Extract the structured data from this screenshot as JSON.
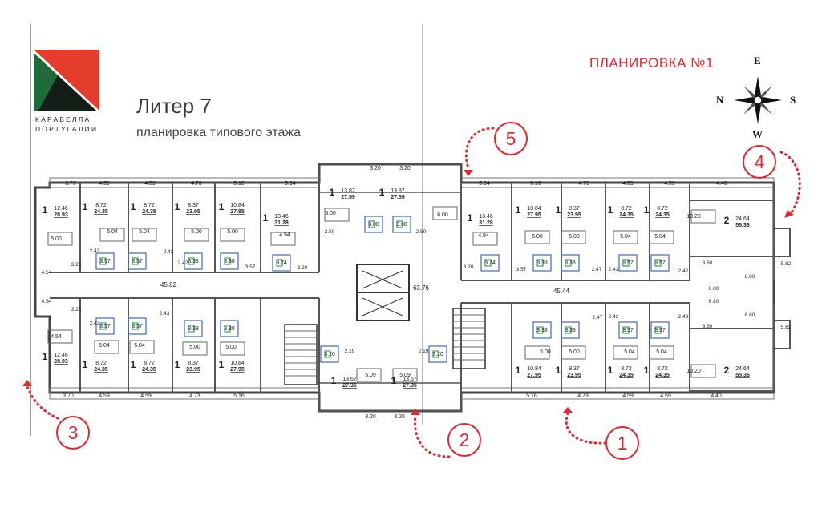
{
  "header": {
    "title": "Литер 7",
    "subtitle": "планировка типового этажа",
    "plan_label": "ПЛАНИРОВКА  №1",
    "brand_line1": "КАРАВЕЛЛА",
    "brand_line2": "ПОРТУГАЛИИ"
  },
  "compass": {
    "e": "E",
    "n": "N",
    "s": "S",
    "w": "W"
  },
  "annotations": [
    "1",
    "2",
    "3",
    "4",
    "5"
  ],
  "colors": {
    "accent": "#e0282d",
    "logo_red": "#e43d2e",
    "logo_green": "#1f6b3a",
    "wall": "#444444",
    "fixture_green": "#3aa05a",
    "fixture_blue": "#4a74c9"
  },
  "plan": {
    "top_dims": [
      "3.70",
      "4.59",
      "4.59",
      "4.73",
      "5.16",
      "5.94",
      "3.20",
      "3.20",
      "5.94",
      "5.16",
      "4.73",
      "4.59",
      "4.59",
      "4.40"
    ],
    "bottom_dims": [
      "3.70",
      "4.59",
      "4.59",
      "4.73",
      "5.16",
      "3.20",
      "3.20",
      "5.16",
      "4.73",
      "4.59",
      "4.59",
      "4.40"
    ],
    "apartments": [
      {
        "rooms": "1",
        "area": "12.46",
        "total": "28.93"
      },
      {
        "rooms": "1",
        "area": "8.72",
        "total": "24.35"
      },
      {
        "rooms": "1",
        "area": "8.72",
        "total": "24.35"
      },
      {
        "rooms": "1",
        "area": "8.37",
        "total": "23.95"
      },
      {
        "rooms": "1",
        "area": "10.84",
        "total": "27.95"
      },
      {
        "rooms": "1",
        "area": "13.46",
        "total": "31.28"
      },
      {
        "rooms": "1",
        "area": "13.87",
        "total": "27.59"
      },
      {
        "rooms": "1",
        "area": "13.87",
        "total": "27.59"
      },
      {
        "rooms": "1",
        "area": "13.46",
        "total": "31.28"
      },
      {
        "rooms": "1",
        "area": "10.84",
        "total": "27.95"
      },
      {
        "rooms": "1",
        "area": "8.37",
        "total": "23.95"
      },
      {
        "rooms": "1",
        "area": "8.72",
        "total": "24.35"
      },
      {
        "rooms": "1",
        "area": "8.72",
        "total": "24.35"
      },
      {
        "rooms": "2",
        "area": "24.64",
        "total": "55.36"
      },
      {
        "rooms": "1",
        "area": "12.46",
        "total": "28.93"
      },
      {
        "rooms": "1",
        "area": "8.72",
        "total": "24.35"
      },
      {
        "rooms": "1",
        "area": "8.72",
        "total": "24.35"
      },
      {
        "rooms": "1",
        "area": "8.37",
        "total": "23.95"
      },
      {
        "rooms": "1",
        "area": "10.84",
        "total": "27.95"
      },
      {
        "rooms": "1",
        "area": "13.67",
        "total": "27.35"
      },
      {
        "rooms": "1",
        "area": "13.67",
        "total": "27.35"
      },
      {
        "rooms": "1",
        "area": "10.84",
        "total": "27.95"
      },
      {
        "rooms": "1",
        "area": "8.37",
        "total": "23.95"
      },
      {
        "rooms": "1",
        "area": "8.72",
        "total": "24.35"
      },
      {
        "rooms": "1",
        "area": "8.72",
        "total": "24.35"
      },
      {
        "rooms": "2",
        "area": "24.64",
        "total": "55.36"
      }
    ],
    "room_values": [
      "5.00",
      "5.04",
      "5.04",
      "5.00",
      "5.00",
      "4.94",
      "5.00",
      "6.00",
      "4.94",
      "5.00",
      "5.00",
      "5.04",
      "5.04",
      "10.20",
      "4.54",
      "5.04",
      "5.04",
      "5.00",
      "5.00",
      "5.09",
      "5.09",
      "5.00",
      "5.00",
      "5.04",
      "5.04",
      "10.20"
    ],
    "bath_values": [
      "3.57",
      "3.57",
      "3.38",
      "3.38",
      "3.74",
      "3.08",
      "3.08",
      "3.74",
      "3.38",
      "3.38",
      "3.57",
      "3.57",
      "3.57",
      "3.57",
      "3.38",
      "3.38",
      "3.20",
      "3.20",
      "3.38",
      "3.38",
      "3.57",
      "3.57"
    ],
    "corridor_values": [
      "45.82",
      "63.76",
      "45.44"
    ],
    "misc_values": [
      "3.23",
      "4.54",
      "4.54",
      "3.23",
      "2.43",
      "2.43",
      "2.43",
      "2.43",
      "2.42",
      "3.57",
      "3.20",
      "2.50",
      "2.50",
      "3.20",
      "3.57",
      "2.47",
      "2.43",
      "2.42",
      "2.42",
      "2.47",
      "2.43",
      "2.19",
      "2.19",
      "3.60",
      "3.60",
      "6.80",
      "6.80",
      "8.80",
      "8.80",
      "5.82",
      "5.82"
    ]
  }
}
